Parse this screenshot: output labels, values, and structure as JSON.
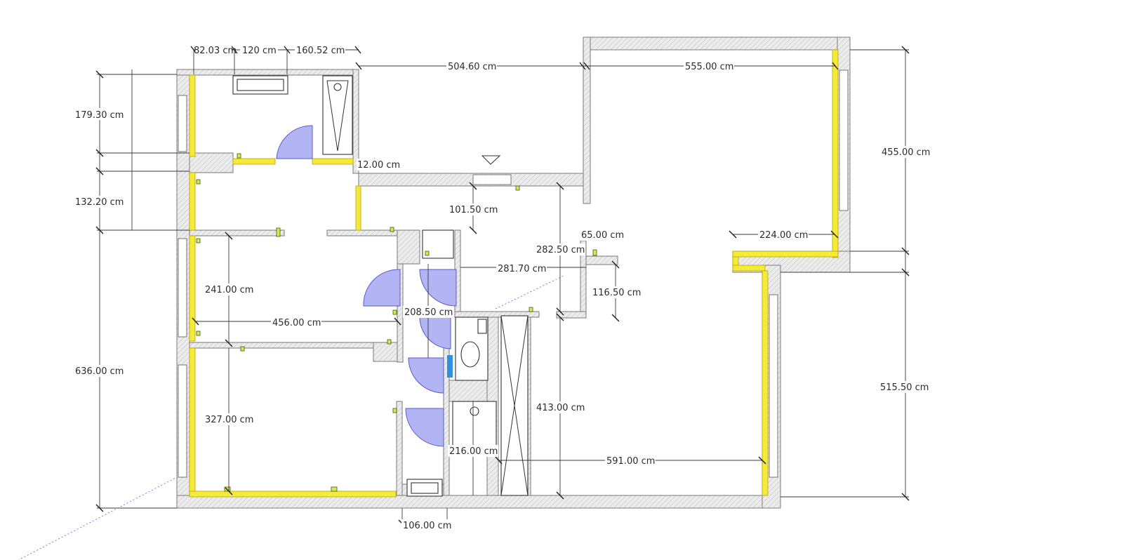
{
  "plan": {
    "units": "cm",
    "dimensions": {
      "top_a": "82.03 cm",
      "top_b": "120 cm",
      "top_c": "160.52 cm",
      "top_d": "504.60 cm",
      "top_e": "555.00 cm",
      "left_a": "179.30 cm",
      "left_b": "132.20 cm",
      "left_c": "636.00 cm",
      "right_a": "455.00 cm",
      "right_b": "515.50 cm",
      "wall_small": "12.00 cm",
      "opening": "101.50 cm",
      "room_height_a": "241.00 cm",
      "room_width_a": "456.00 cm",
      "room_height_b": "327.00 cm",
      "hall_a": "208.50 cm",
      "hall_b": "281.70 cm",
      "hall_c": "282.50 cm",
      "niche_w": "65.00 cm",
      "niche_h": "116.50 cm",
      "kitchen": "413.00 cm",
      "bath_h": "216.00 cm",
      "living_w": "591.00 cm",
      "balcony": "224.00 cm",
      "bottom": "106.00 cm"
    },
    "colors": {
      "insulation": "#f5e93a",
      "door": "#b2b4f4",
      "window_accent": "#2f8fe0",
      "wall_hatch": "#d9d9d9"
    }
  }
}
